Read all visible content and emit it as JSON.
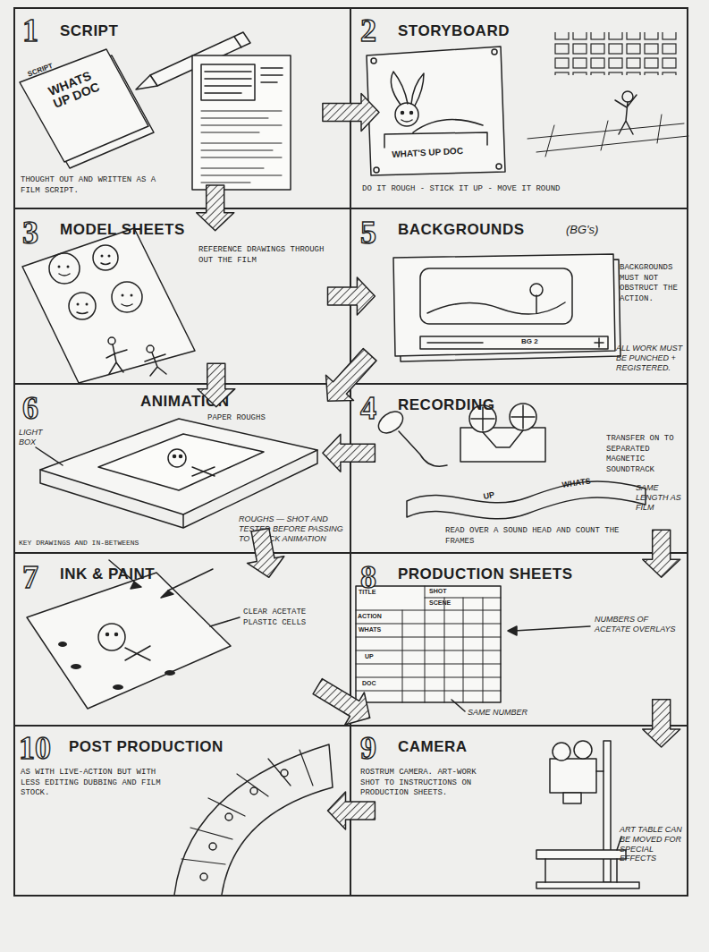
{
  "diagram": {
    "nodes": [
      {
        "text": [
          "1",
          "SCRIPT",
          "THOUGHT OUT AND WRITTEN AS A FILM SCRIPT."
        ]
      },
      {
        "text": [
          "2",
          "STORYBOARD",
          "DO IT ROUGH - STICK IT UP - MOVE IT ROUND"
        ]
      },
      {
        "text": [
          "3",
          "MODEL SHEETS",
          "REFERENCE DRAWINGS THROUGH OUT THE FILM"
        ]
      },
      {
        "text": [
          "5",
          "BACKGROUNDS",
          "(BG's)",
          "BACKGROUNDS MUST NOT OBSTRUCT THE ACTION.",
          "ALL WORK MUST BE PUNCHED + REGISTERED."
        ]
      },
      {
        "text": [
          "6",
          "ANIMATION",
          "PAPER ROUGHS",
          "LIGHT BOX",
          "KEY DRAWINGS AND IN-BETWEENS",
          "ROUGHS — SHOT AND TESTED BEFORE PASSING TO CHECK ANIMATION"
        ]
      },
      {
        "text": [
          "4",
          "RECORDING",
          "TRANSFER ON TO SEPARATED MAGNETIC SOUNDTRACK",
          "READ OVER A SOUND HEAD AND COUNT THE FRAMES",
          "SAME LENGTH AS FILM"
        ]
      },
      {
        "text": [
          "7",
          "INK & PAINT",
          "CLEAR ACETATE PLASTIC CELLS"
        ]
      },
      {
        "text": [
          "8",
          "PRODUCTION SHEETS",
          "NUMBERS OF ACETATE OVERLAYS",
          "SAME NUMBER"
        ]
      },
      {
        "text": [
          "10",
          "POST PRODUCTION",
          "AS WITH LIVE-ACTION BUT WITH LESS EDITING DUBBING AND FILM STOCK."
        ]
      },
      {
        "text": [
          "9",
          "CAMERA",
          "ROSTRUM CAMERA. ART-WORK SHOT TO INSTRUCTIONS ON PRODUCTION SHEETS.",
          "ART TABLE CAN BE MOVED FOR SPECIAL EFFECTS"
        ]
      }
    ],
    "edges": [
      {
        "from": 0,
        "to": 1,
        "arrow": "to"
      },
      {
        "from": 0,
        "to": 2,
        "arrow": "to"
      },
      {
        "from": 2,
        "to": 3,
        "arrow": "to"
      },
      {
        "from": 3,
        "to": 4,
        "arrow": "to"
      },
      {
        "from": 2,
        "to": 4,
        "arrow": "to"
      },
      {
        "from": 5,
        "to": 4,
        "arrow": "to"
      },
      {
        "from": 5,
        "to": 7,
        "arrow": "to"
      },
      {
        "from": 4,
        "to": 6,
        "arrow": "to"
      },
      {
        "from": 6,
        "to": 7,
        "arrow": "to"
      },
      {
        "from": 7,
        "to": 9,
        "arrow": "to"
      },
      {
        "from": 9,
        "to": 8,
        "arrow": "to"
      }
    ],
    "labels": [
      "SCRIPT",
      "WHATS UP DOC",
      "WHAT'S UP DOC",
      "BG 2",
      "UP",
      "WHATS",
      "TITLE",
      "SHOT",
      "SCENE",
      "ACTION",
      "WHATS",
      "UP",
      "DOC"
    ]
  }
}
